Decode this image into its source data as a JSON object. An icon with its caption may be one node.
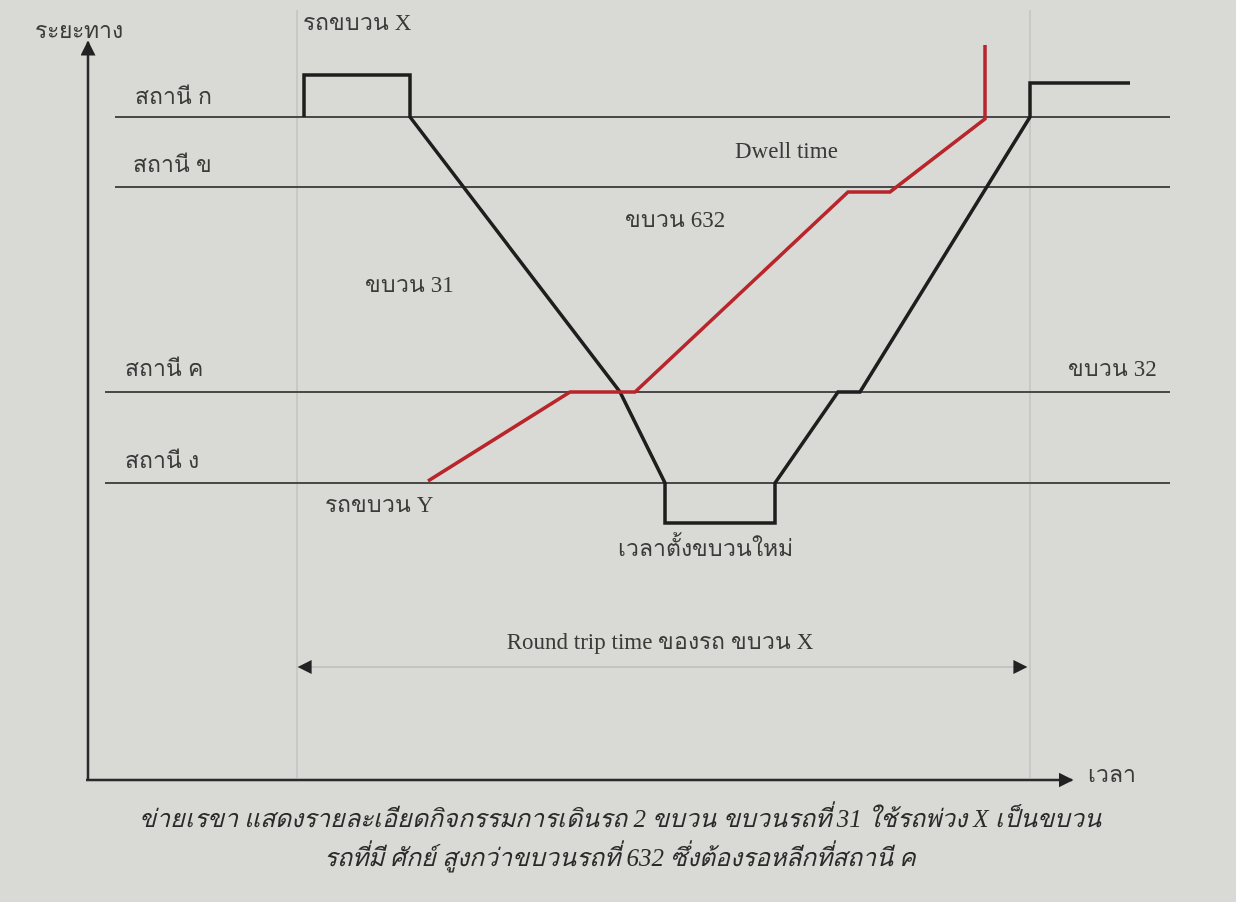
{
  "diagram": {
    "caption": "ข่ายเรขา แสดงรายละเอียดกิจกรรมการเดินรถ 2 ขบวน ขบวนรถที่ 31 ใช้รถพ่วง X เป็นขบวนรถที่มี ศักย์ สูงกว่าขบวนรถที่ 632 ซึ่งต้องรอหลีกที่สถานี ค",
    "labels": [
      "ระยะทาง",
      "รถขบวน X",
      "สถานี ก",
      "สถานี ข",
      "Dwell time",
      "ขบวน 632",
      "ขบวน 31",
      "สถานี ค",
      "ขบวน 32",
      "สถานี ง",
      "รถขบวน Y",
      "เวลาตั้งขบวนใหม่",
      "Round trip time ของรถ ขบวน X",
      "เวลา"
    ]
  }
}
